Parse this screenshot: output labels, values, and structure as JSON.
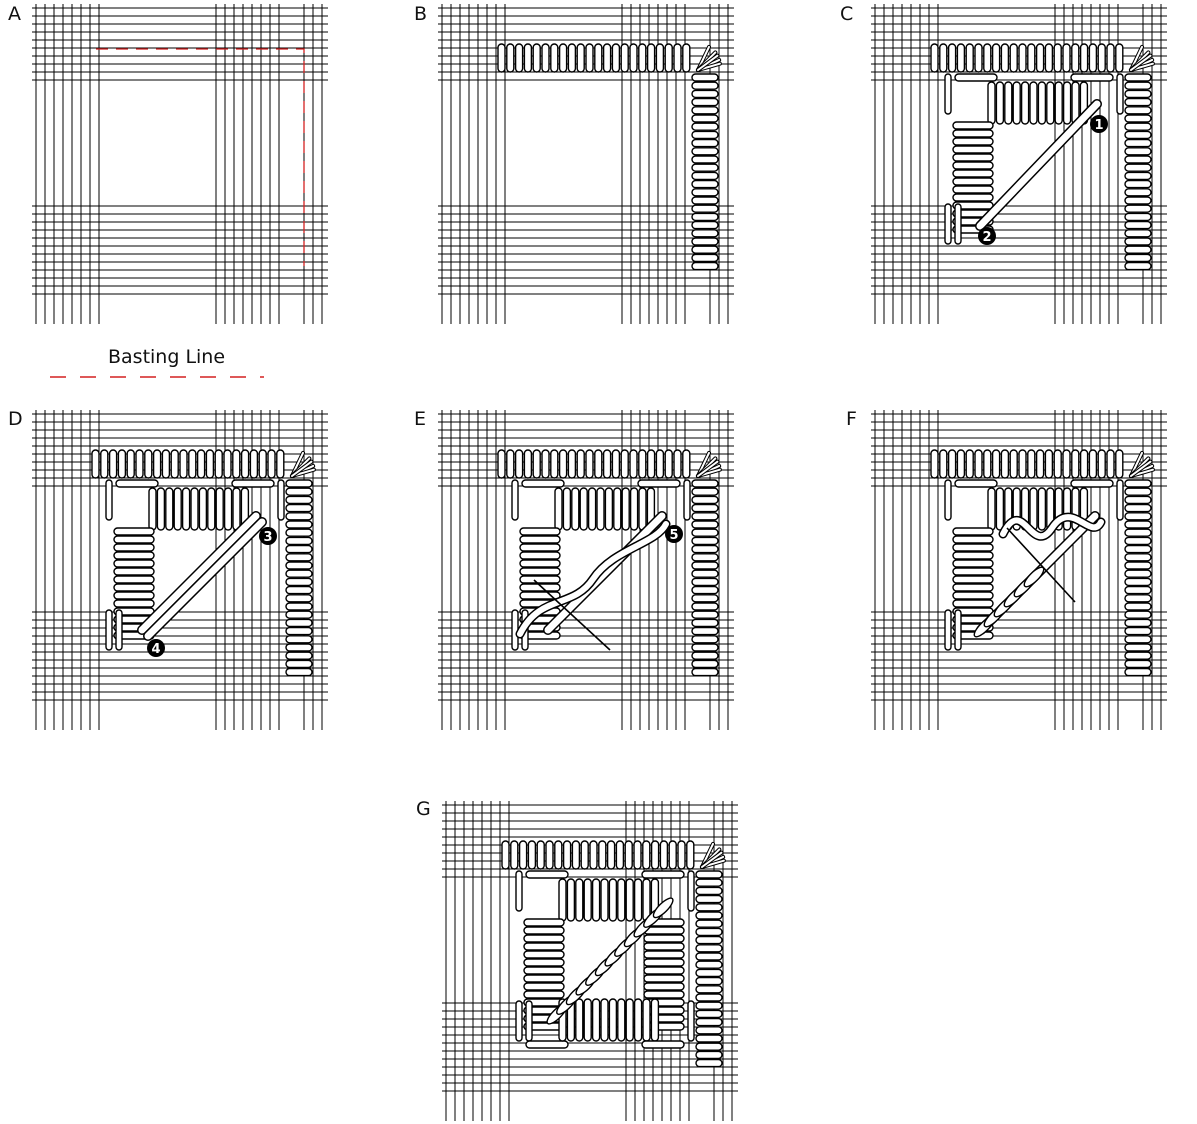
{
  "panels": [
    {
      "label": "A",
      "stage": "basted"
    },
    {
      "label": "B",
      "stage": "outer"
    },
    {
      "label": "C",
      "stage": "inner-1-2"
    },
    {
      "label": "D",
      "stage": "inner-3-4"
    },
    {
      "label": "E",
      "stage": "wrap-5"
    },
    {
      "label": "F",
      "stage": "wrapping"
    },
    {
      "label": "G",
      "stage": "finished"
    }
  ],
  "legend": {
    "label": "Basting Line"
  },
  "markers": {
    "m1": "1",
    "m2": "2",
    "m3": "3",
    "m4": "4",
    "m5": "5"
  },
  "colors": {
    "thread": "#000000",
    "basting": "#d42020",
    "background": "#ffffff"
  }
}
